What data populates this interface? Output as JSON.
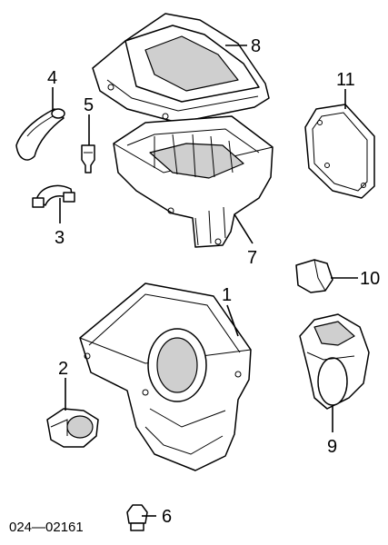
{
  "diagram": {
    "reference_code": "024—02161",
    "callouts": [
      {
        "id": "1",
        "label": "1"
      },
      {
        "id": "2",
        "label": "2"
      },
      {
        "id": "3",
        "label": "3"
      },
      {
        "id": "4",
        "label": "4"
      },
      {
        "id": "5",
        "label": "5"
      },
      {
        "id": "6",
        "label": "6"
      },
      {
        "id": "7",
        "label": "7"
      },
      {
        "id": "8",
        "label": "8"
      },
      {
        "id": "9",
        "label": "9"
      },
      {
        "id": "10",
        "label": "10"
      },
      {
        "id": "11",
        "label": "11"
      }
    ]
  }
}
